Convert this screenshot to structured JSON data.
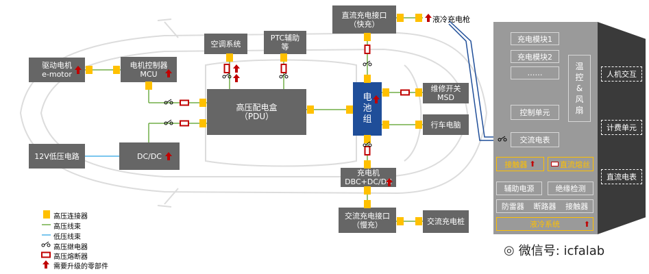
{
  "components": {
    "dc_fast_port": "直流充电接口\n（快充）",
    "liquid_gun": "液冷充电枪",
    "ac": "空调系统",
    "ptc": "PTC辅助\n等",
    "motor": "驱动电机\ne-motor",
    "mcu": "电机控制器\nMCU",
    "pdu": "高压配电盒\n（PDU）",
    "battery": "电\n池\n组",
    "msd": "维修开关\nMSD",
    "vcu": "行车电脑",
    "lv": "12V低压电路",
    "dcdc": "DC/DC",
    "obc": "充电机\nDBC+DC/DC",
    "ac_port": "交流充电接口\n（慢充）",
    "ac_pile": "交流充电桩"
  },
  "pile": {
    "module1": "充电模块1",
    "module2": "充电模块2",
    "dots": "……",
    "control": "控制单元",
    "temp": "温\n控\n&\n风\n扇",
    "ac_meter": "交流电表",
    "contactor": "接触器",
    "fuse": "直流熔丝",
    "aux_power": "辅助电源",
    "insulation": "绝缘检测",
    "surge": "防雷器",
    "breaker": "断路器",
    "contactor2": "接触器",
    "liquid_cool": "液冷系统",
    "hmi": "人机交互",
    "billing": "计费单元",
    "dc_meter": "直流电表"
  },
  "legend": {
    "connector": "高压连接器",
    "hv_cable": "高压线束",
    "lv_cable": "低压线束",
    "relay": "高压继电器",
    "fuse": "高压熔断器",
    "upgrade": "需要升级的零部件"
  },
  "watermark": "微信号: icfalab",
  "colors": {
    "component": "#666666",
    "battery": "#1f4e99",
    "connector": "#ffc000",
    "hv_cable": "#70ad47",
    "lv_cable": "#4fb3e8",
    "fuse": "#c00000",
    "upgrade": "#c00000",
    "pile_body": "#9a9a9a",
    "pile_side": "#3a3a3a",
    "dc_cable": "#1f4e99"
  }
}
